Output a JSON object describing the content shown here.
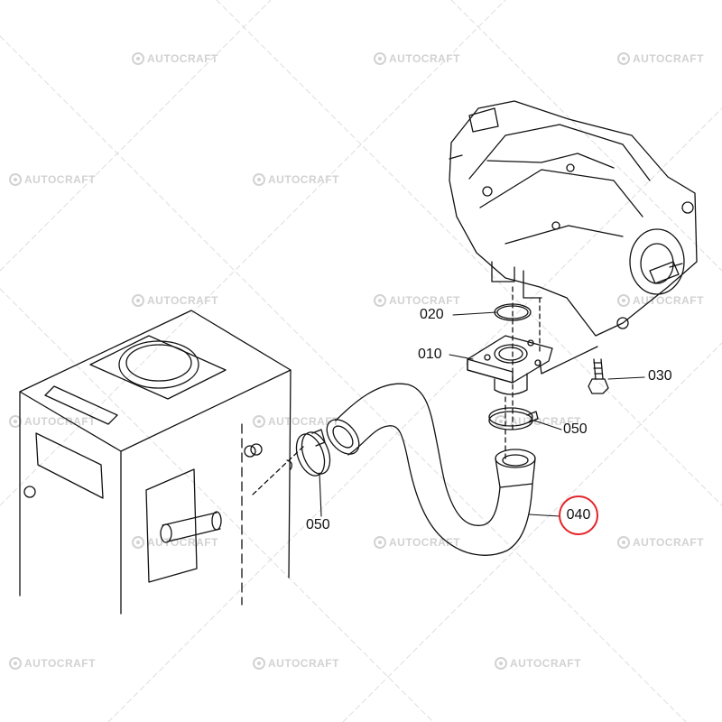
{
  "watermark": {
    "text": "AUTOCRAFT",
    "color": "#d2d2d2"
  },
  "callouts": {
    "p010": "010",
    "p020": "020",
    "p030": "030",
    "p040": "040",
    "p050_right": "050",
    "p050_left": "050"
  },
  "highlight": {
    "part": "040",
    "color": "#e3242b"
  }
}
